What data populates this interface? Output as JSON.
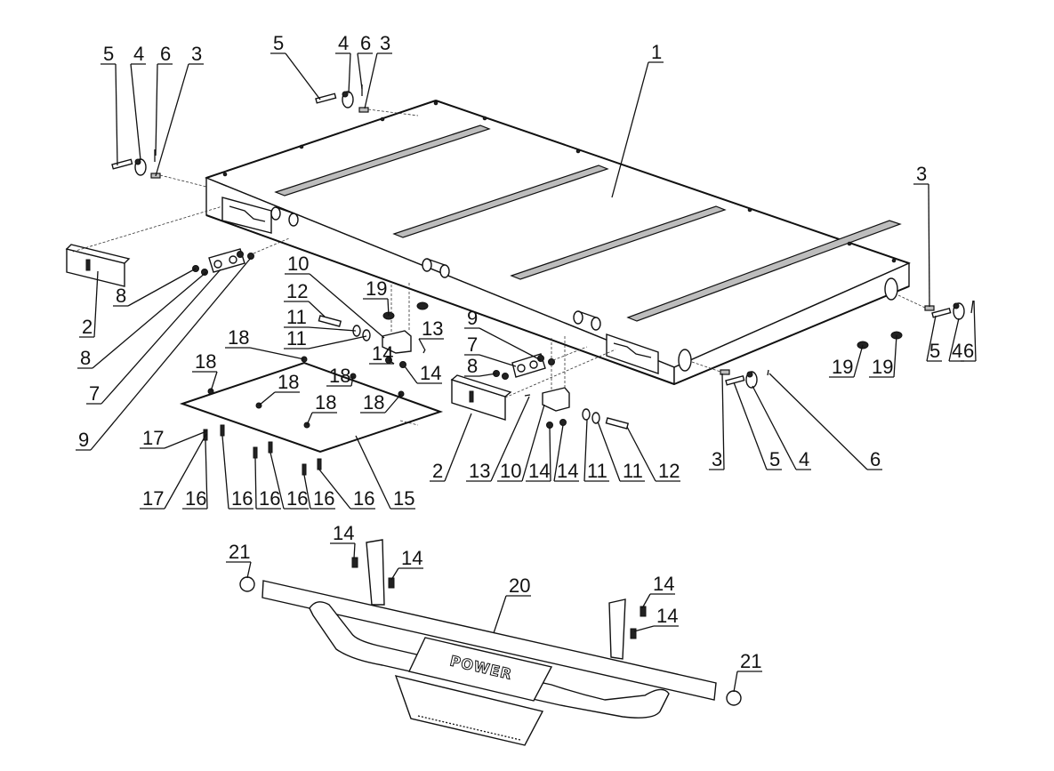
{
  "diagram": {
    "type": "exploded-parts-diagram",
    "subject": "Truck bed cover / platform with hitch step bar assembly",
    "brand_text": "POWER",
    "callouts": [
      {
        "id": "c1",
        "label": "1",
        "part": "main platform panel"
      },
      {
        "id": "c2a",
        "label": "2",
        "part": "end cap / latch cover (left)"
      },
      {
        "id": "c2b",
        "label": "2",
        "part": "end cap / latch cover (right)"
      },
      {
        "id": "c3a",
        "label": "3",
        "part": "bracket plate (rear left)"
      },
      {
        "id": "c3b",
        "label": "3",
        "part": "bracket plate (rear right top)"
      },
      {
        "id": "c3c",
        "label": "3",
        "part": "bracket plate (front right)"
      },
      {
        "id": "c3d",
        "label": "3",
        "part": "bracket plate (front bottom)"
      },
      {
        "id": "c4a",
        "label": "4",
        "part": "D-ring shackle (rear left)"
      },
      {
        "id": "c4b",
        "label": "4",
        "part": "D-ring shackle (rear top)"
      },
      {
        "id": "c4c",
        "label": "4",
        "part": "D-ring shackle (right)"
      },
      {
        "id": "c4d",
        "label": "4",
        "part": "D-ring shackle (front bottom)"
      },
      {
        "id": "c5a",
        "label": "5",
        "part": "pin bolt (rear left)"
      },
      {
        "id": "c5b",
        "label": "5",
        "part": "pin bolt (rear top)"
      },
      {
        "id": "c5c",
        "label": "5",
        "part": "pin bolt (right)"
      },
      {
        "id": "c5d",
        "label": "5",
        "part": "pin bolt (front bottom)"
      },
      {
        "id": "c6a",
        "label": "6",
        "part": "cotter pin (rear left)"
      },
      {
        "id": "c6b",
        "label": "6",
        "part": "cotter pin (rear top)"
      },
      {
        "id": "c6c",
        "label": "6",
        "part": "cotter pin (right)"
      },
      {
        "id": "c6d",
        "label": "6",
        "part": "cotter pin (front bottom)"
      },
      {
        "id": "c7a",
        "label": "7",
        "part": "hinge block (left)"
      },
      {
        "id": "c7b",
        "label": "7",
        "part": "hinge block (right)"
      },
      {
        "id": "c8a",
        "label": "8",
        "part": "nut (left upper)"
      },
      {
        "id": "c8b",
        "label": "8",
        "part": "nut (left lower)"
      },
      {
        "id": "c8c",
        "label": "8",
        "part": "nut (right)"
      },
      {
        "id": "c9a",
        "label": "9",
        "part": "washer (left)"
      },
      {
        "id": "c9b",
        "label": "9",
        "part": "washer (right)"
      },
      {
        "id": "c10a",
        "label": "10",
        "part": "mounting bracket (left)"
      },
      {
        "id": "c10b",
        "label": "10",
        "part": "mounting bracket (right)"
      },
      {
        "id": "c11a",
        "label": "11",
        "part": "bushing (left 1)"
      },
      {
        "id": "c11b",
        "label": "11",
        "part": "bushing (left 2)"
      },
      {
        "id": "c11c",
        "label": "11",
        "part": "bushing (right 1)"
      },
      {
        "id": "c11d",
        "label": "11",
        "part": "bushing (right 2)"
      },
      {
        "id": "c12a",
        "label": "12",
        "part": "hinge pin (left)"
      },
      {
        "id": "c12b",
        "label": "12",
        "part": "hinge pin (right)"
      },
      {
        "id": "c13a",
        "label": "13",
        "part": "clip pin (left)"
      },
      {
        "id": "c13b",
        "label": "13",
        "part": "clip pin (right)"
      },
      {
        "id": "c14a",
        "label": "14",
        "part": "flange bolt"
      },
      {
        "id": "c14b",
        "label": "14",
        "part": "flange bolt"
      },
      {
        "id": "c14c",
        "label": "14",
        "part": "flange bolt"
      },
      {
        "id": "c14d",
        "label": "14",
        "part": "flange bolt"
      },
      {
        "id": "c14e",
        "label": "14",
        "part": "flange bolt (step bar)"
      },
      {
        "id": "c14f",
        "label": "14",
        "part": "flange bolt (step bar)"
      },
      {
        "id": "c14g",
        "label": "14",
        "part": "flange bolt (step bar)"
      },
      {
        "id": "c14h",
        "label": "14",
        "part": "flange bolt (step bar)"
      },
      {
        "id": "c15",
        "label": "15",
        "part": "underside cover plate"
      },
      {
        "id": "c16a",
        "label": "16",
        "part": "screw"
      },
      {
        "id": "c16b",
        "label": "16",
        "part": "screw"
      },
      {
        "id": "c16c",
        "label": "16",
        "part": "screw"
      },
      {
        "id": "c16d",
        "label": "16",
        "part": "screw"
      },
      {
        "id": "c16e",
        "label": "16",
        "part": "screw"
      },
      {
        "id": "c16f",
        "label": "16",
        "part": "screw"
      },
      {
        "id": "c17a",
        "label": "17",
        "part": "washer"
      },
      {
        "id": "c17b",
        "label": "17",
        "part": "washer"
      },
      {
        "id": "c18a",
        "label": "18",
        "part": "nut insert"
      },
      {
        "id": "c18b",
        "label": "18",
        "part": "nut insert"
      },
      {
        "id": "c18c",
        "label": "18",
        "part": "nut insert"
      },
      {
        "id": "c18d",
        "label": "18",
        "part": "nut insert"
      },
      {
        "id": "c18e",
        "label": "18",
        "part": "nut insert"
      },
      {
        "id": "c18f",
        "label": "18",
        "part": "nut insert"
      },
      {
        "id": "c19a",
        "label": "19",
        "part": "rubber foot"
      },
      {
        "id": "c19b",
        "label": "19",
        "part": "rubber foot"
      },
      {
        "id": "c19c",
        "label": "19",
        "part": "rubber foot"
      },
      {
        "id": "c20",
        "label": "20",
        "part": "hitch step bar"
      },
      {
        "id": "c21a",
        "label": "21",
        "part": "end plug (left)"
      },
      {
        "id": "c21b",
        "label": "21",
        "part": "end plug (right)"
      }
    ]
  }
}
